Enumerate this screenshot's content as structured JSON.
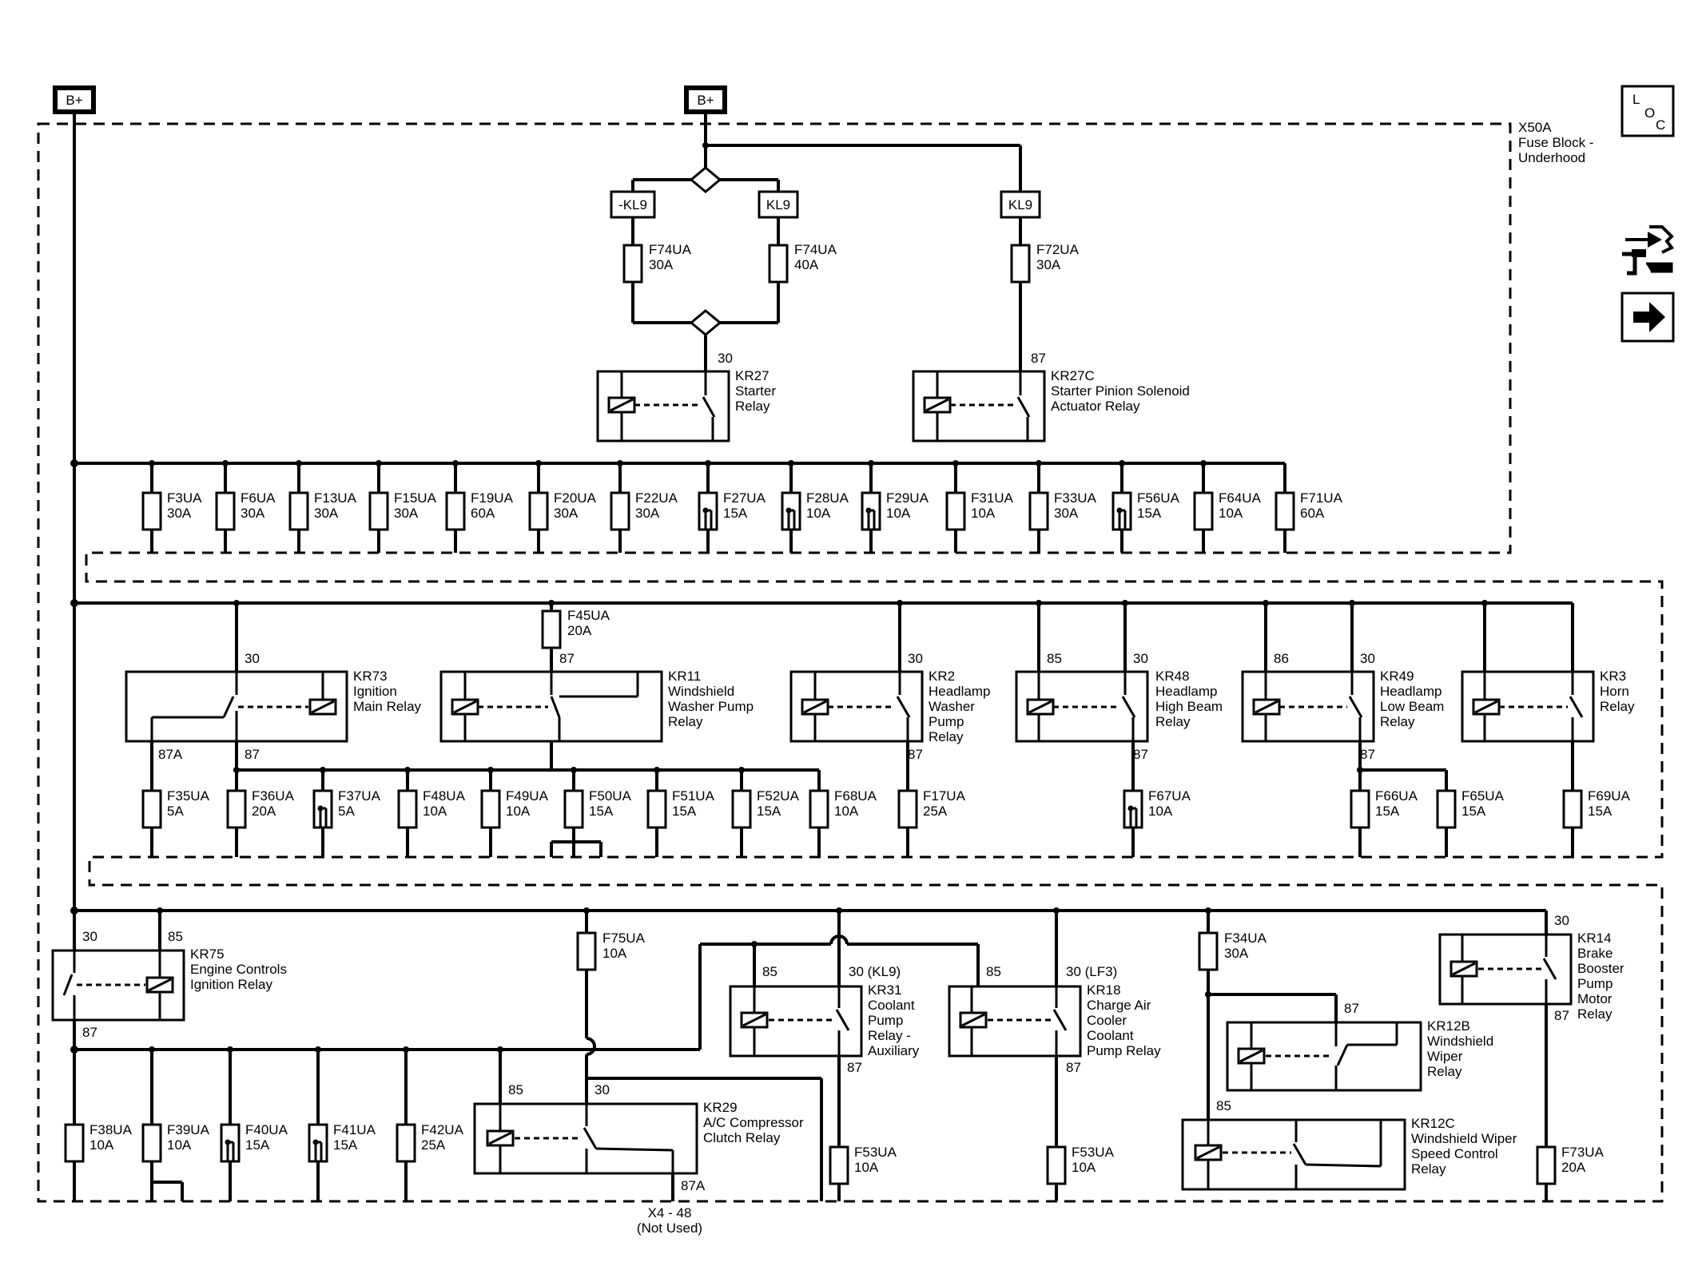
{
  "block": {
    "id": "X50A",
    "name_line1": "Fuse Block -",
    "name_line2": "Underhood"
  },
  "side_icons": {
    "loc": [
      "L",
      "O",
      "C"
    ],
    "items": [
      "loc-icon",
      "component-views-icon",
      "next-page-arrow-icon"
    ]
  },
  "power": {
    "left": "B+",
    "center": "B+"
  },
  "top": {
    "kl_labels": [
      "-KL9",
      "KL9",
      "KL9"
    ],
    "fuses": [
      {
        "name": "F74UA",
        "rating": "30A"
      },
      {
        "name": "F74UA",
        "rating": "40A"
      },
      {
        "name": "F72UA",
        "rating": "30A"
      }
    ],
    "kr27": {
      "id": "KR27",
      "l1": "Starter",
      "l2": "Relay",
      "pin": "30"
    },
    "kr27c": {
      "id": "KR27C",
      "l1": "Starter Pinion Solenoid",
      "l2": "Actuator Relay",
      "pin": "87"
    }
  },
  "row1_fuses": [
    {
      "name": "F3UA",
      "rating": "30A"
    },
    {
      "name": "F6UA",
      "rating": "30A"
    },
    {
      "name": "F13UA",
      "rating": "30A"
    },
    {
      "name": "F15UA",
      "rating": "30A"
    },
    {
      "name": "F19UA",
      "rating": "60A"
    },
    {
      "name": "F20UA",
      "rating": "30A"
    },
    {
      "name": "F22UA",
      "rating": "30A"
    },
    {
      "name": "F27UA",
      "rating": "15A"
    },
    {
      "name": "F28UA",
      "rating": "10A"
    },
    {
      "name": "F29UA",
      "rating": "10A"
    },
    {
      "name": "F31UA",
      "rating": "10A"
    },
    {
      "name": "F33UA",
      "rating": "30A"
    },
    {
      "name": "F56UA",
      "rating": "15A"
    },
    {
      "name": "F64UA",
      "rating": "10A"
    },
    {
      "name": "F71UA",
      "rating": "60A"
    }
  ],
  "mid": {
    "f45": {
      "name": "F45UA",
      "rating": "20A"
    },
    "relays": [
      {
        "id": "KR73",
        "lines": [
          "Ignition",
          "Main Relay"
        ],
        "pins": [
          "30",
          "87A",
          "87"
        ]
      },
      {
        "id": "KR11",
        "lines": [
          "Windshield",
          "Washer Pump",
          "Relay"
        ],
        "pins": [
          "87"
        ]
      },
      {
        "id": "KR2",
        "lines": [
          "Headlamp",
          "Washer",
          "Pump",
          "Relay"
        ],
        "pins": [
          "30",
          "87"
        ]
      },
      {
        "id": "KR48",
        "lines": [
          "Headlamp",
          "High Beam",
          "Relay"
        ],
        "pins": [
          "85",
          "30",
          "87"
        ]
      },
      {
        "id": "KR49",
        "lines": [
          "Headlamp",
          "Low Beam",
          "Relay"
        ],
        "pins": [
          "86",
          "30",
          "87"
        ]
      },
      {
        "id": "KR3",
        "lines": [
          "Horn",
          "Relay"
        ],
        "pins": []
      }
    ],
    "fuses": [
      {
        "name": "F35UA",
        "rating": "5A"
      },
      {
        "name": "F36UA",
        "rating": "20A"
      },
      {
        "name": "F37UA",
        "rating": "5A"
      },
      {
        "name": "F48UA",
        "rating": "10A"
      },
      {
        "name": "F49UA",
        "rating": "10A"
      },
      {
        "name": "F50UA",
        "rating": "15A"
      },
      {
        "name": "F51UA",
        "rating": "15A"
      },
      {
        "name": "F52UA",
        "rating": "15A"
      },
      {
        "name": "F68UA",
        "rating": "10A"
      },
      {
        "name": "F17UA",
        "rating": "25A"
      },
      {
        "name": "F67UA",
        "rating": "10A"
      },
      {
        "name": "F66UA",
        "rating": "15A"
      },
      {
        "name": "F65UA",
        "rating": "15A"
      },
      {
        "name": "F69UA",
        "rating": "15A"
      }
    ]
  },
  "bottom": {
    "kr75": {
      "id": "KR75",
      "l1": "Engine Controls",
      "l2": "Ignition Relay",
      "pins": [
        "30",
        "85",
        "87"
      ]
    },
    "f75": {
      "name": "F75UA",
      "rating": "10A"
    },
    "kr29": {
      "id": "KR29",
      "l1": "A/C Compressor",
      "l2": "Clutch Relay",
      "pins": [
        "85",
        "30",
        "87A"
      ]
    },
    "kr31": {
      "id": "KR31",
      "lines": [
        "Coolant",
        "Pump",
        "Relay -",
        "Auxiliary"
      ],
      "pins": [
        "85",
        "30 (KL9)",
        "87"
      ]
    },
    "kr18": {
      "id": "KR18",
      "lines": [
        "Charge Air",
        "Cooler",
        "Coolant",
        "Pump Relay"
      ],
      "pins": [
        "85",
        "30 (LF3)",
        "87"
      ]
    },
    "f34": {
      "name": "F34UA",
      "rating": "30A"
    },
    "kr14": {
      "id": "KR14",
      "lines": [
        "Brake",
        "Booster",
        "Pump",
        "Motor",
        "Relay"
      ],
      "pins": [
        "30",
        "87"
      ]
    },
    "kr12b": {
      "id": "KR12B",
      "lines": [
        "Windshield",
        "Wiper",
        "Relay"
      ],
      "pins": [
        "87"
      ]
    },
    "kr12c": {
      "id": "KR12C",
      "lines": [
        "Windshield Wiper",
        "Speed Control",
        "Relay"
      ],
      "pins": [
        "85"
      ]
    },
    "fuses": [
      {
        "name": "F38UA",
        "rating": "10A"
      },
      {
        "name": "F39UA",
        "rating": "10A"
      },
      {
        "name": "F40UA",
        "rating": "15A"
      },
      {
        "name": "F41UA",
        "rating": "15A"
      },
      {
        "name": "F42UA",
        "rating": "25A"
      },
      {
        "name": "F53UA",
        "rating": "10A"
      },
      {
        "name": "F53UA",
        "rating": "10A"
      },
      {
        "name": "F73UA",
        "rating": "20A"
      }
    ],
    "connector": {
      "id": "X4 - 48",
      "note": "(Not Used)"
    }
  }
}
